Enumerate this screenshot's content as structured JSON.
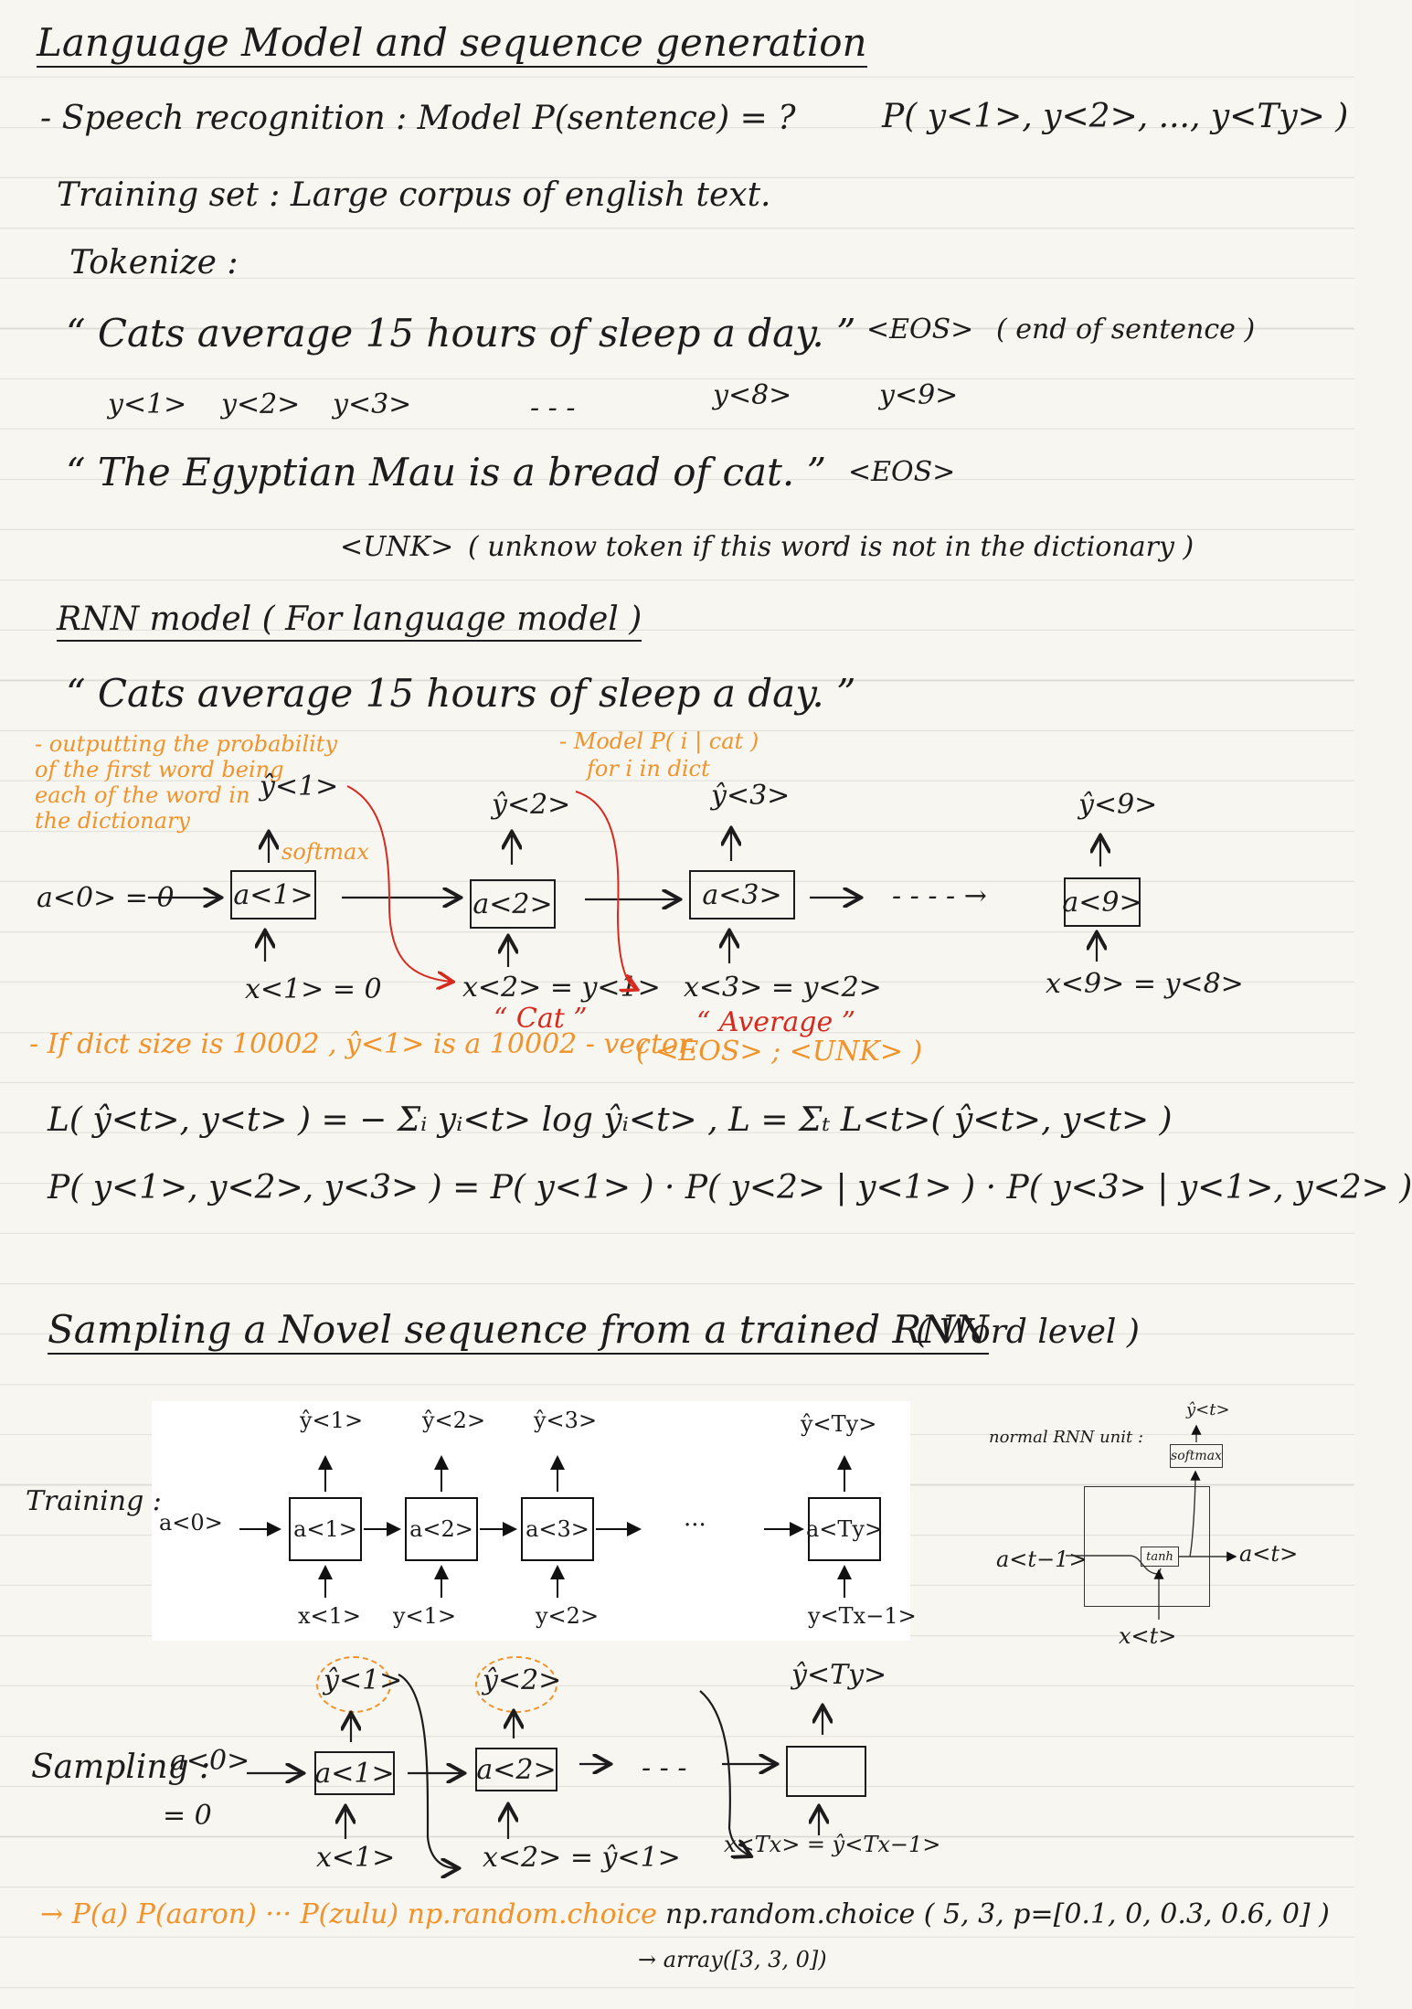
{
  "s1": {
    "title": "Language Model and sequence generation",
    "speech": "- Speech recognition : Model P(sentence) = ?",
    "pseq": "P( y<1>, y<2>, ..., y<Ty> )",
    "training": "Training set : Large corpus of english text.",
    "tokenize": "Tokenize :",
    "sentence": "“ Cats average 15 hours of sleep a day. ”",
    "eos": "<EOS>",
    "eos_note": "( end of sentence )",
    "y1": "y<1>",
    "y2": "y<2>",
    "y3": "y<3>",
    "dots": "- - -",
    "y8": "y<8>",
    "y9": "y<9>",
    "sentence2": "“ The Egyptian Mau is a bread of cat. ”",
    "eos2": "<EOS>",
    "unk": "<UNK>",
    "unk_note": "( unknow token if this word is not in the dictionary )"
  },
  "s2": {
    "title": "RNN model ( For language model )",
    "sentence": "“ Cats average 15 hours of sleep a day. ”",
    "note_left": [
      "- outputting the probability",
      "of the first word being",
      "each of the word in",
      "the dictionary"
    ],
    "note_right": [
      "- Model P( i | cat )",
      "for i in dict"
    ],
    "softmax": "softmax",
    "a0": "a<0> = 0",
    "cells": [
      "a<1>",
      "a<2>",
      "a<3>",
      "a<9>"
    ],
    "outs": [
      "ŷ<1>",
      "ŷ<2>",
      "ŷ<3>",
      "ŷ<9>"
    ],
    "ins": [
      "x<1> = 0",
      "x<2> = y<1>",
      "x<3> = y<2>",
      "x<9> = y<8>"
    ],
    "cat": "“ Cat ”",
    "average": "“ Average ”",
    "dots": "- - - - →",
    "dict_note": "- If dict size is 10002 , ŷ<1> is a 10002 - vector.",
    "dict_tokens": "( <EOS> ; <UNK> )",
    "loss": "L( ŷ<t>, y<t> ) = − Σᵢ yᵢ<t> log ŷᵢ<t> ,   L = Σₜ L<t>( ŷ<t>, y<t> )",
    "chain": "P( y<1>, y<2>, y<3> ) = P( y<1> ) · P( y<2> | y<1> ) · P( y<3> | y<1>, y<2> )"
  },
  "s3": {
    "title": "Sampling a Novel sequence from a trained RNN",
    "title_note": "( Word level )",
    "training_label": "Training :",
    "a0": "a<0>",
    "cells": [
      "a<1>",
      "a<2>",
      "a<3>",
      "a<Ty>"
    ],
    "outs": [
      "ŷ<1>",
      "ŷ<2>",
      "ŷ<3>",
      "ŷ<Ty>"
    ],
    "ins": [
      "x<1>",
      "y<1>",
      "y<2>",
      "y<Tx−1>"
    ],
    "ellipsis": "···",
    "unit_label": "normal RNN unit :",
    "unit_out": "ŷ<t>",
    "unit_softmax": "softmax",
    "unit_tanh": "tanh",
    "unit_ain": "a<t−1>",
    "unit_aout": "a<t>",
    "unit_x": "x<t>",
    "sampling_label": "Sampling :",
    "s_a0": "a<0>",
    "s_a0_val": "= 0",
    "s_cells": [
      "a<1>",
      "a<2>",
      ""
    ],
    "s_outs": [
      "ŷ<1>",
      "ŷ<2>",
      "ŷ<Ty>"
    ],
    "s_ins": [
      "x<1>",
      "x<2> = ŷ<1>",
      "x<Tx> = ŷ<Tx−1>"
    ],
    "s_dots": "- - -",
    "prob_line": "→ P(a) P(aaron) ··· P(zulu)   np.random.choice",
    "code": "np.random.choice ( 5, 3, p=[0.1, 0, 0.3, 0.6, 0] )",
    "result": "→ array([3, 3, 0])"
  },
  "colors": {
    "ink": "#1c1c1c",
    "orange": "#f0932b",
    "red": "#d62a1e",
    "paper": "#f8f6f0",
    "rule": "#dcdad4"
  }
}
